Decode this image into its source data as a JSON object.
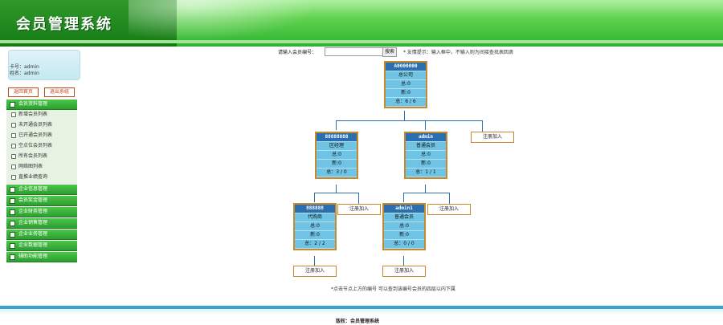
{
  "app": {
    "title": "会员管理系统"
  },
  "user": {
    "card_label": "卡号：admin",
    "name_label": "姓名：admin"
  },
  "sidebar": {
    "home_button": "返回首页",
    "logout_button": "退出系统",
    "groups": [
      {
        "label": "会员资料管理"
      },
      {
        "label": "企业信息管理"
      },
      {
        "label": "会员奖金管理"
      },
      {
        "label": "企业财务管理"
      },
      {
        "label": "企业销售管理"
      },
      {
        "label": "企业业务管理"
      },
      {
        "label": "企业数据管理"
      },
      {
        "label": "辅助功能管理"
      }
    ],
    "sub_items": [
      {
        "label": "新增会员列表"
      },
      {
        "label": "未开通会员列表"
      },
      {
        "label": "已开通会员列表"
      },
      {
        "label": "空点位会员列表"
      },
      {
        "label": "所有会员列表"
      },
      {
        "label": "网络图列表"
      },
      {
        "label": "直推业绩查询"
      }
    ]
  },
  "search": {
    "label": "请输入会员编号：",
    "value": "",
    "button": "搜索",
    "tip": "* 友情提示：输入框中，不输入则为间接查找表回滴"
  },
  "chart_data": {
    "type": "tree",
    "nodes": [
      {
        "id": "A0000000",
        "name": "总公司",
        "old": "总:0",
        "new": "新:0",
        "total": "总：6 / 6"
      },
      {
        "id": "88888888",
        "name": "区经理",
        "old": "总:0",
        "new": "新:0",
        "total": "总：3 / 0"
      },
      {
        "id": "admin",
        "name": "普通会员",
        "old": "总:0",
        "new": "新:0",
        "total": "总：1 / 1"
      },
      {
        "id": "888888",
        "name": "代购商",
        "old": "总:0",
        "new": "新:0",
        "total": "总：2 / 2"
      },
      {
        "id": "admin1",
        "name": "普通会员",
        "old": "总:0",
        "new": "新:0",
        "total": "总：0 / 0"
      }
    ],
    "register_label": "注册加入"
  },
  "note": "*点击节点上方的编号 可以查到该编号会员的四层以内下属",
  "footer": {
    "copyright": "版权：会员管理系统"
  }
}
